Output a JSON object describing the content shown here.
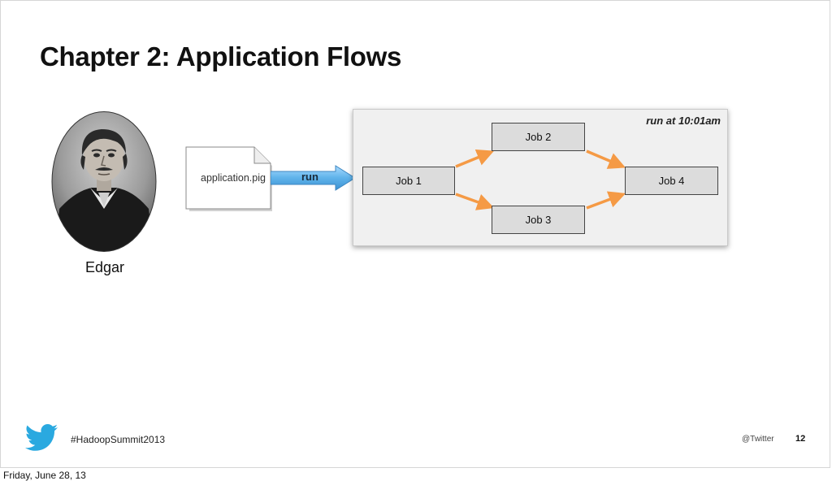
{
  "slide": {
    "title": "Chapter 2: Application Flows",
    "person_label": "Edgar",
    "file_label": "application.pig",
    "run_label": "run",
    "run_time": "run at 10:01am"
  },
  "jobs": [
    "Job 1",
    "Job 2",
    "Job 3",
    "Job 4"
  ],
  "colors": {
    "flow_arrow": "#f59a45",
    "run_arrow": "#5fb2ea",
    "job_fill": "#dcdcdc",
    "twitter_blue": "#2aa9e0"
  },
  "icons": {
    "portrait": "portrait-photo",
    "file": "document-icon",
    "brand": "twitter-bird-icon"
  },
  "footer": {
    "hashtag": "#HadoopSummit2013",
    "handle": "@Twitter",
    "page": "12",
    "date": "Friday, June 28, 13"
  }
}
